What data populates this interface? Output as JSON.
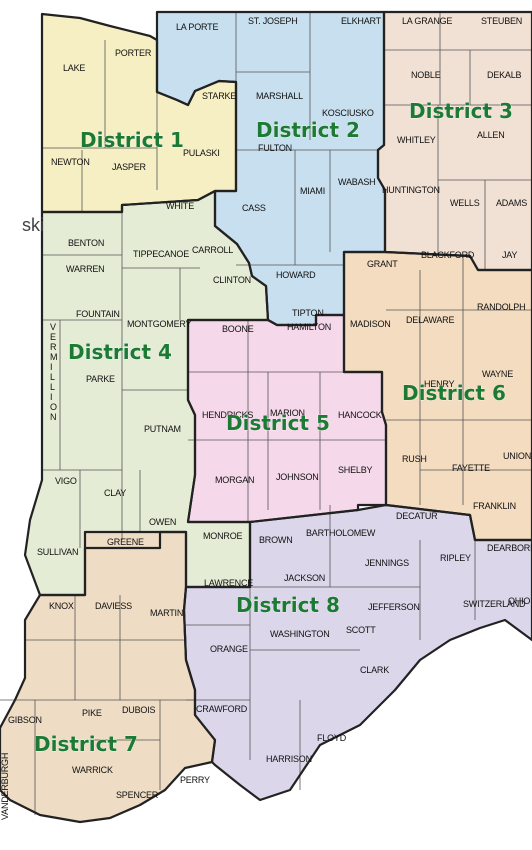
{
  "map": {
    "fragment_text": "ski",
    "colors": {
      "district_1": "#f6efc4",
      "district_2": "#c7dfee",
      "district_3": "#f1e1d5",
      "district_4": "#e4ecd5",
      "district_5": "#f5d9ea",
      "district_6": "#f3dcc0",
      "district_7": "#eedcc4",
      "district_8": "#dcd6ea",
      "label_green": "#1d7a35"
    },
    "districts": {
      "d1": "District 1",
      "d2": "District 2",
      "d3": "District 3",
      "d4": "District 4",
      "d5": "District 5",
      "d6": "District 6",
      "d7": "District 7",
      "d8": "District 8"
    },
    "counties": {
      "la_porte": "LA PORTE",
      "st_joseph": "ST. JOSEPH",
      "elkhart": "ELKHART",
      "la_grange": "LA GRANGE",
      "steuben": "STEUBEN",
      "lake": "LAKE",
      "porter": "PORTER",
      "starke": "STARKE",
      "marshall": "MARSHALL",
      "kosciusko": "KOSCIUSKO",
      "noble": "NOBLE",
      "dekalb": "DEKALB",
      "whitley": "WHITLEY",
      "allen": "ALLEN",
      "newton": "NEWTON",
      "jasper": "JASPER",
      "pulaski": "PULASKI",
      "fulton": "FULTON",
      "huntington": "HUNTINGTON",
      "miami": "MIAMI",
      "wabash": "WABASH",
      "white": "WHITE",
      "cass": "CASS",
      "wells": "WELLS",
      "adams": "ADAMS",
      "benton": "BENTON",
      "carroll": "CARROLL",
      "warren": "WARREN",
      "tippecanoe": "TIPPECANOE",
      "howard": "HOWARD",
      "grant": "GRANT",
      "blackford": "BLACKFORD",
      "jay": "JAY",
      "clinton": "CLINTON",
      "tipton": "TIPTON",
      "madison": "MADISON",
      "delaware": "DELAWARE",
      "randolph": "RANDOLPH",
      "fountain": "FOUNTAIN",
      "montgomery": "MONTGOMERY",
      "boone": "BOONE",
      "hamilton": "HAMILTON",
      "vermillion": "VERMILLION",
      "henry": "HENRY",
      "wayne": "WAYNE",
      "parke": "PARKE",
      "hendricks": "HENDRICKS",
      "marion": "MARION",
      "hancock": "HANCOCK",
      "putnam": "PUTNAM",
      "rush": "RUSH",
      "fayette": "FAYETTE",
      "union": "UNION",
      "morgan": "MORGAN",
      "johnson": "JOHNSON",
      "shelby": "SHELBY",
      "vigo": "VIGO",
      "clay": "CLAY",
      "franklin": "FRANKLIN",
      "owen": "OWEN",
      "decatur": "DECATUR",
      "monroe": "MONROE",
      "brown": "BROWN",
      "bartholomew": "BARTHOLOMEW",
      "sullivan": "SULLIVAN",
      "greene": "GREENE",
      "ripley": "RIPLEY",
      "dearborn": "DEARBORN",
      "jennings": "JENNINGS",
      "jackson": "JACKSON",
      "lawrence": "LAWRENCE",
      "ohio": "OHIO",
      "knox": "KNOX",
      "daviess": "DAVIESS",
      "martin": "MARTIN",
      "jefferson": "JEFFERSON",
      "switzerland": "SWITZERLAND",
      "washington": "WASHINGTON",
      "scott": "SCOTT",
      "orange": "ORANGE",
      "clark": "CLARK",
      "gibson": "GIBSON",
      "pike": "PIKE",
      "dubois": "DUBOIS",
      "crawford": "CRAWFORD",
      "floyd": "FLOYD",
      "harrison": "HARRISON",
      "perry": "PERRY",
      "warrick": "WARRICK",
      "spencer": "SPENCER",
      "vanderburgh": "VANDERBURGH"
    }
  }
}
